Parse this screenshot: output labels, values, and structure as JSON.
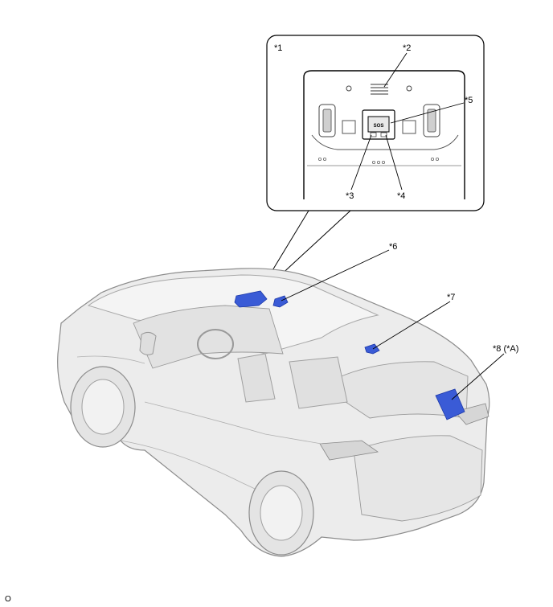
{
  "labels": {
    "l1": "*1",
    "l2": "*2",
    "l3": "*3",
    "l4": "*4",
    "l5": "*5",
    "l6": "*6",
    "l7": "*7",
    "l8": "*8 (*A)",
    "sos": "SOS"
  },
  "footer_mark": "O",
  "colors": {
    "component": "#3a5bd6",
    "component_dark": "#1e3aa8",
    "body_fill": "#ececec",
    "body_stroke": "#8c8c8c",
    "leader": "#000000"
  }
}
